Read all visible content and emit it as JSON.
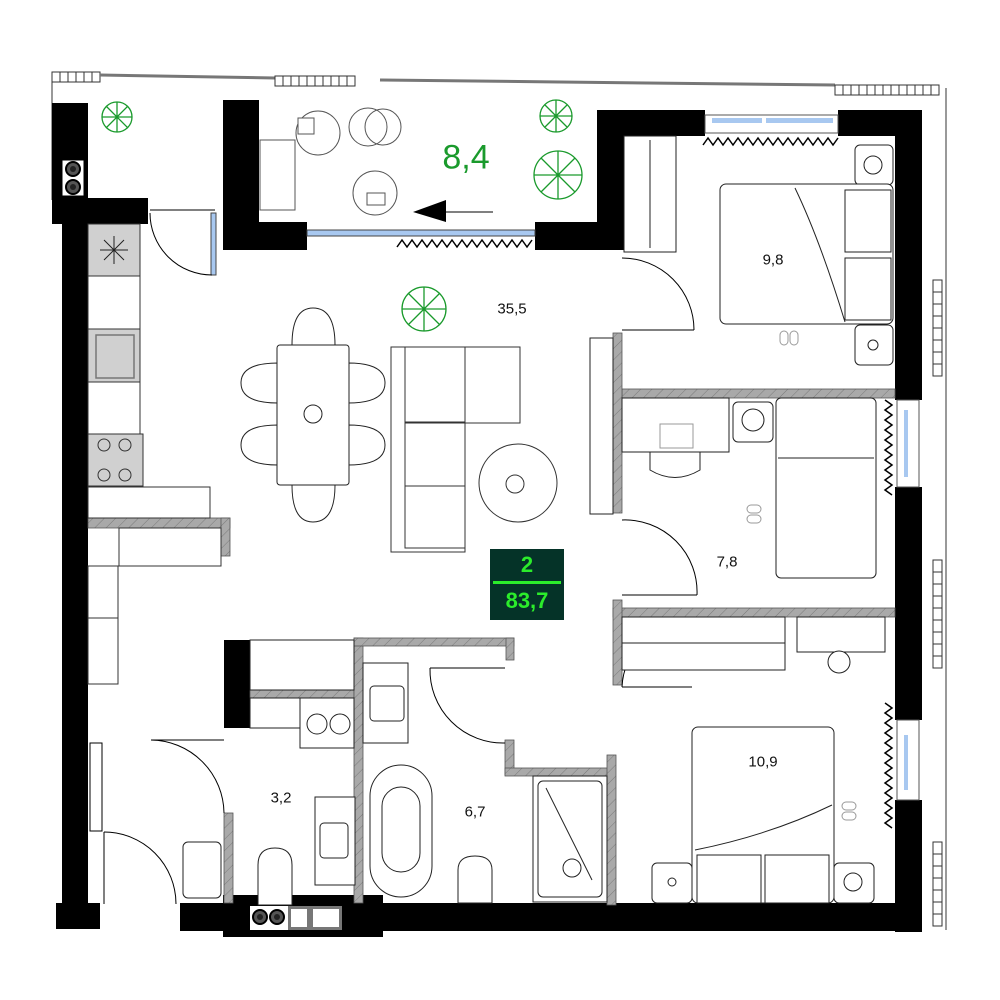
{
  "plan": {
    "title": "2-room apartment floor plan",
    "colors": {
      "wall": "#000000",
      "partition": "#a9a9a9",
      "plant": "#1a9a2c",
      "badge_bg": "#053328",
      "badge_text": "#2bec2b",
      "window_glass": "#a8c8f0"
    },
    "summary_badge": {
      "rooms": "2",
      "total_area": "83,7"
    },
    "rooms": [
      {
        "id": "balcony",
        "area": "8,4"
      },
      {
        "id": "living-kitchen",
        "area": "35,5"
      },
      {
        "id": "bedroom-1",
        "area": "9,8"
      },
      {
        "id": "bedroom-2",
        "area": "7,8"
      },
      {
        "id": "bedroom-master",
        "area": "10,9"
      },
      {
        "id": "bathroom-small",
        "area": "3,2"
      },
      {
        "id": "bathroom-main",
        "area": "6,7"
      }
    ],
    "icons": [
      "plant-icon",
      "armchair-icon",
      "coffee-table-icon",
      "sliding-door-arrow-icon",
      "fridge-icon",
      "sink-icon",
      "stove-icon",
      "dining-table-icon",
      "chair-icon",
      "sofa-icon",
      "round-rug-icon",
      "bed-icon",
      "wardrobe-icon",
      "desk-icon",
      "bathtub-icon",
      "shower-icon",
      "toilet-icon",
      "washing-machine-icon",
      "slippers-icon",
      "radiator-icon",
      "ventilation-shaft-icon"
    ]
  }
}
